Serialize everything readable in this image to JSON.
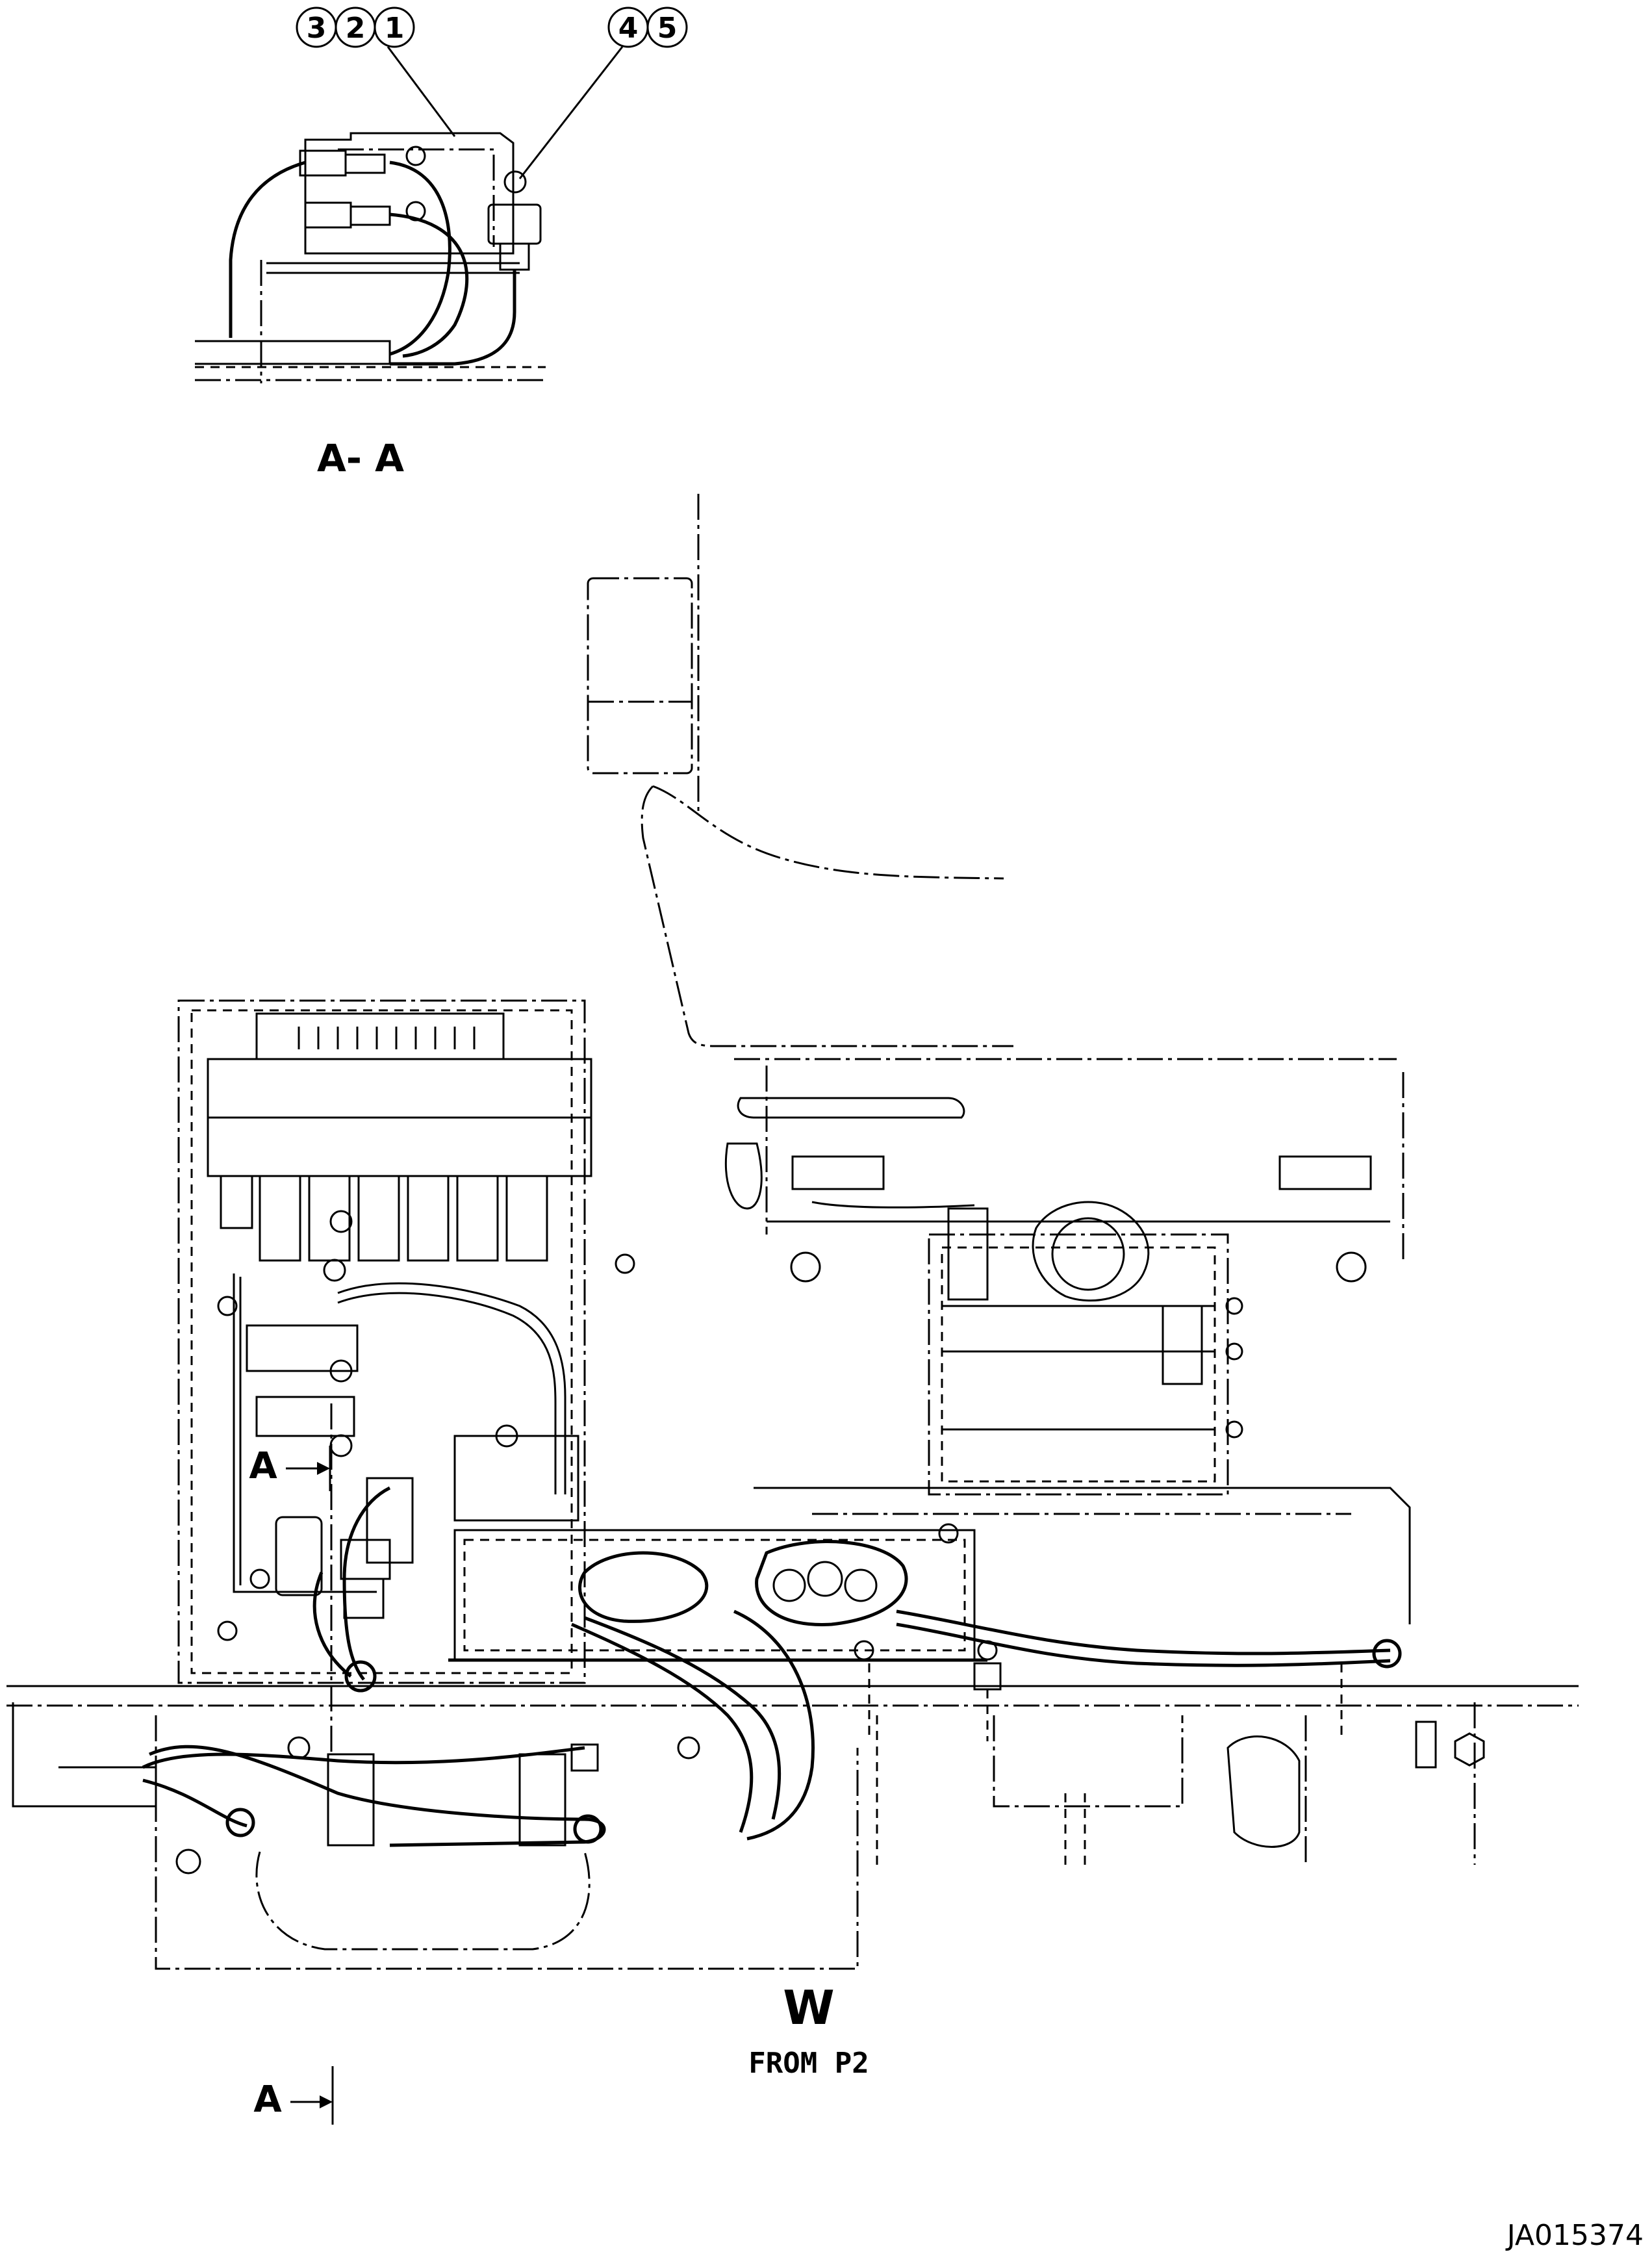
{
  "drawing": {
    "callouts": [
      {
        "id": "item-3",
        "text": "3"
      },
      {
        "id": "item-2",
        "text": "2"
      },
      {
        "id": "item-1",
        "text": "1"
      },
      {
        "id": "item-4",
        "text": "4"
      },
      {
        "id": "item-5",
        "text": "5"
      }
    ],
    "section_title": "A- A",
    "section_marker_top": "A",
    "section_marker_bottom": "A",
    "view_letter": "W",
    "view_source": "FROM P2",
    "drawing_number": "JA015374"
  }
}
